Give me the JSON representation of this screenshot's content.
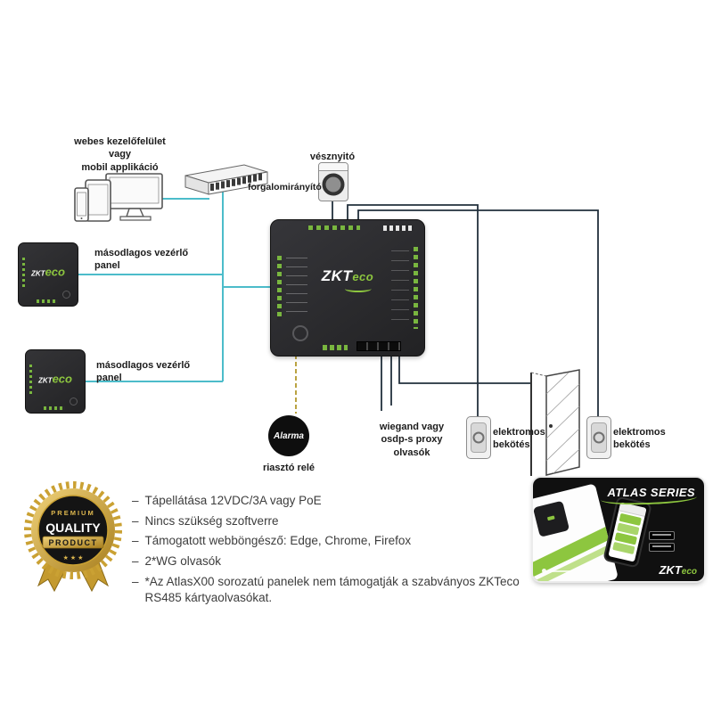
{
  "diagram": {
    "web_ui_label": "webes kezelőfelület\nvagy\nmobil applikáció",
    "emergency_label": "vésznyitó",
    "router_label": "forgalomirányító",
    "secondary_panel_1_label": "másodlagos vezérlő\npanel",
    "secondary_panel_2_label": "másodlagos vezérlő\npanel",
    "alarm_badge_label": "Alarma",
    "alarm_relay_label": "riasztó relé",
    "readers_label": "wiegand vagy\nosdp-s proxy\nolvasók",
    "electric_1_label": "elektromos\nbekötés",
    "electric_2_label": "elektromos\nbekötés",
    "logo_zkt": "ZKT",
    "logo_eco": "eco"
  },
  "specs_bullet": "–",
  "specs": [
    "Tápellátása 12VDC/3A vagy PoE",
    "Nincs szükség szoftverre",
    "Támogatott webböngésző: Edge, Chrome, Firefox",
    "2*WG olvasók",
    "*Az AtlasX00 sorozatú panelek nem támogatják a szabványos ZKTeco RS485 kártyaolvasókat."
  ],
  "badge": {
    "line1": "PREMIUM",
    "line2": "QUALITY",
    "banner": "PRODUCT",
    "stars": "★ ★ ★"
  },
  "product_box": {
    "series": "ATLAS SERIES",
    "logo_zkt": "ZKT",
    "logo_eco": "eco"
  },
  "colors": {
    "lan_line": "#4cbcca",
    "signal_line": "#22303c",
    "alarm_line": "#b3992e",
    "logo_green": "#8dc63f",
    "badge_gold": "#d2a73e",
    "panel_dark": "#28282a"
  }
}
